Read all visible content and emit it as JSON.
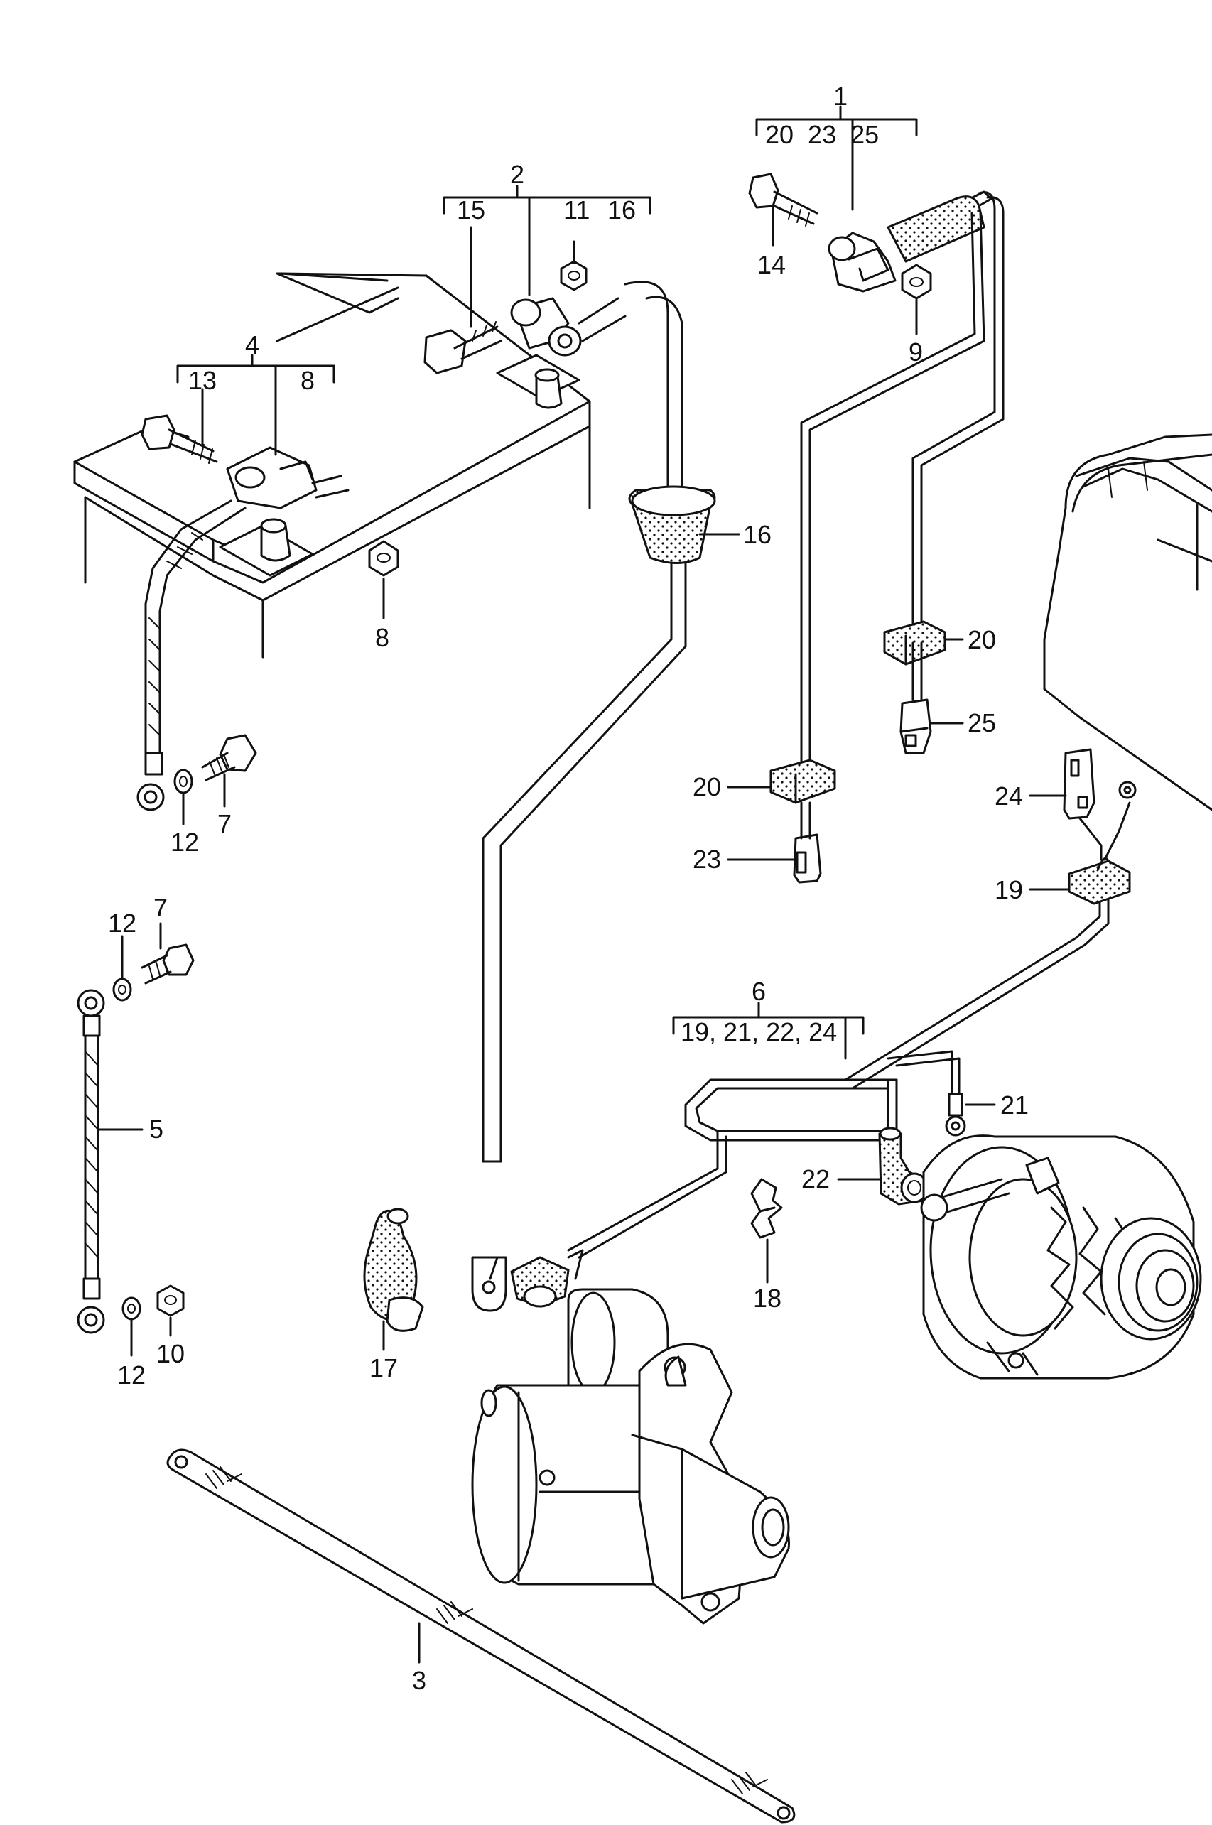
{
  "callouts": {
    "c1": "1",
    "c1_group": "20  23  25",
    "c2": "2",
    "c2_group_a": "15",
    "c2_group_b": "11",
    "c2_group_c": "16",
    "c3": "3",
    "c4": "4",
    "c4_group_a": "13",
    "c4_group_b": "8",
    "c5": "5",
    "c6": "6",
    "c6_group": "19, 21, 22, 24",
    "c7_top": "7",
    "c7_bottom": "7",
    "c8": "8",
    "c9": "9",
    "c10": "10",
    "c12_top": "12",
    "c12_mid": "12",
    "c12_bottom": "12",
    "c14": "14",
    "c16": "16",
    "c17": "17",
    "c18": "18",
    "c19": "19",
    "c20_upper": "20",
    "c20_lower": "20",
    "c21": "21",
    "c22": "22",
    "c23": "23",
    "c24": "24",
    "c25": "25"
  }
}
